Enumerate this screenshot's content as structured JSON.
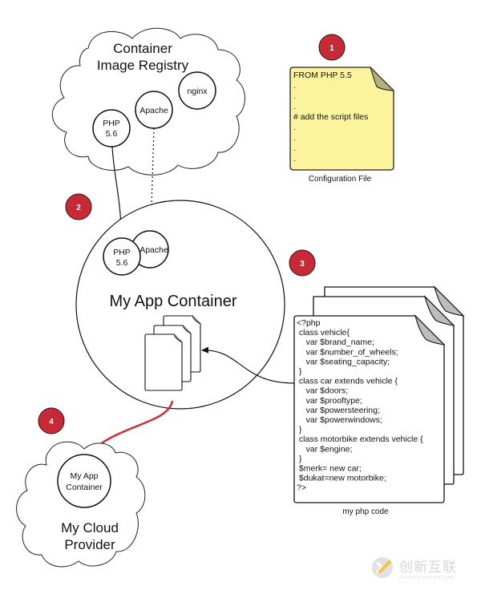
{
  "registry": {
    "title_line1": "Container",
    "title_line2": "Image Registry",
    "images": [
      {
        "line1": "PHP",
        "line2": "5.6"
      },
      {
        "line1": "Apache",
        "line2": ""
      },
      {
        "line1": "nginx",
        "line2": ""
      }
    ]
  },
  "config_file": {
    "lines": [
      "FROM PHP 5.5",
      ".",
      ".",
      ".",
      "# add the script files",
      ".",
      ".",
      ".",
      "."
    ],
    "caption": "Configuration File",
    "fill_color": "#fcf49c",
    "fold_color": "#b5b07a"
  },
  "app_container": {
    "title": "My App Container",
    "php_line1": "PHP",
    "php_line2": "5.6",
    "apache": "Apache"
  },
  "php_code": {
    "lines": [
      "<?php",
      " class vehicle{",
      "    var $brand_name;",
      "    var $number_of_wheels;",
      "    var $seating_capacity;",
      " }",
      " class car extends vehicle {",
      "    var $doors;",
      "    var $prooftype;",
      "    var $powersteering;",
      "    var $powerwindows;",
      " }",
      " class motorbike extends vehicle {",
      "    var $engine;",
      " }",
      " $merk= new car;",
      " $dukat=new motorbike;",
      "?>"
    ],
    "caption": "my php code"
  },
  "cloud_provider": {
    "container_line1": "My App",
    "container_line2": "Container",
    "title_line1": "My Cloud",
    "title_line2": "Provider"
  },
  "badges": [
    "1",
    "2",
    "3",
    "4"
  ],
  "colors": {
    "badge": "#c62a36",
    "deploy_arrow": "#d0303c"
  },
  "watermark": {
    "main": "创新互联",
    "sub": "CHUANG XIN HU LIAN"
  }
}
